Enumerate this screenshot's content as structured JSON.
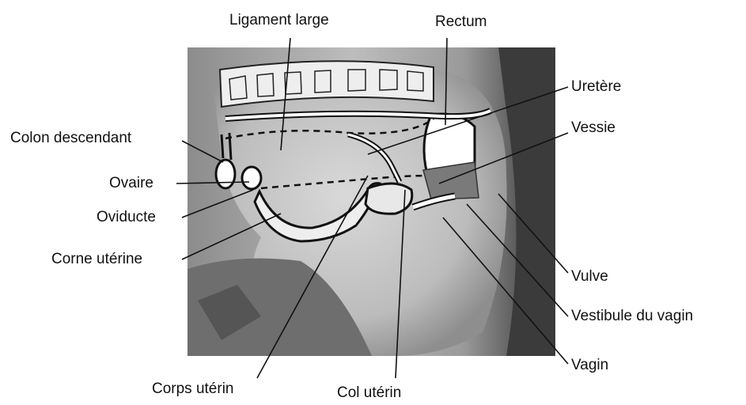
{
  "labels": {
    "ligament_large": "Ligament large",
    "rectum": "Rectum",
    "uretere": "Uretère",
    "vessie": "Vessie",
    "colon_descendant": "Colon descendant",
    "ovaire": "Ovaire",
    "oviducte": "Oviducte",
    "corne_uterine": "Corne utérine",
    "vulve": "Vulve",
    "vestibule_du_vagin": "Vestibule du vagin",
    "vagin": "Vagin",
    "corps_uterin": "Corps utérin",
    "col_uterin": "Col utérin"
  },
  "colors": {
    "leader_line": "#111111",
    "photo_dark": "#3a3a3a",
    "photo_light": "#c9c9c9",
    "outline": "#111111"
  }
}
